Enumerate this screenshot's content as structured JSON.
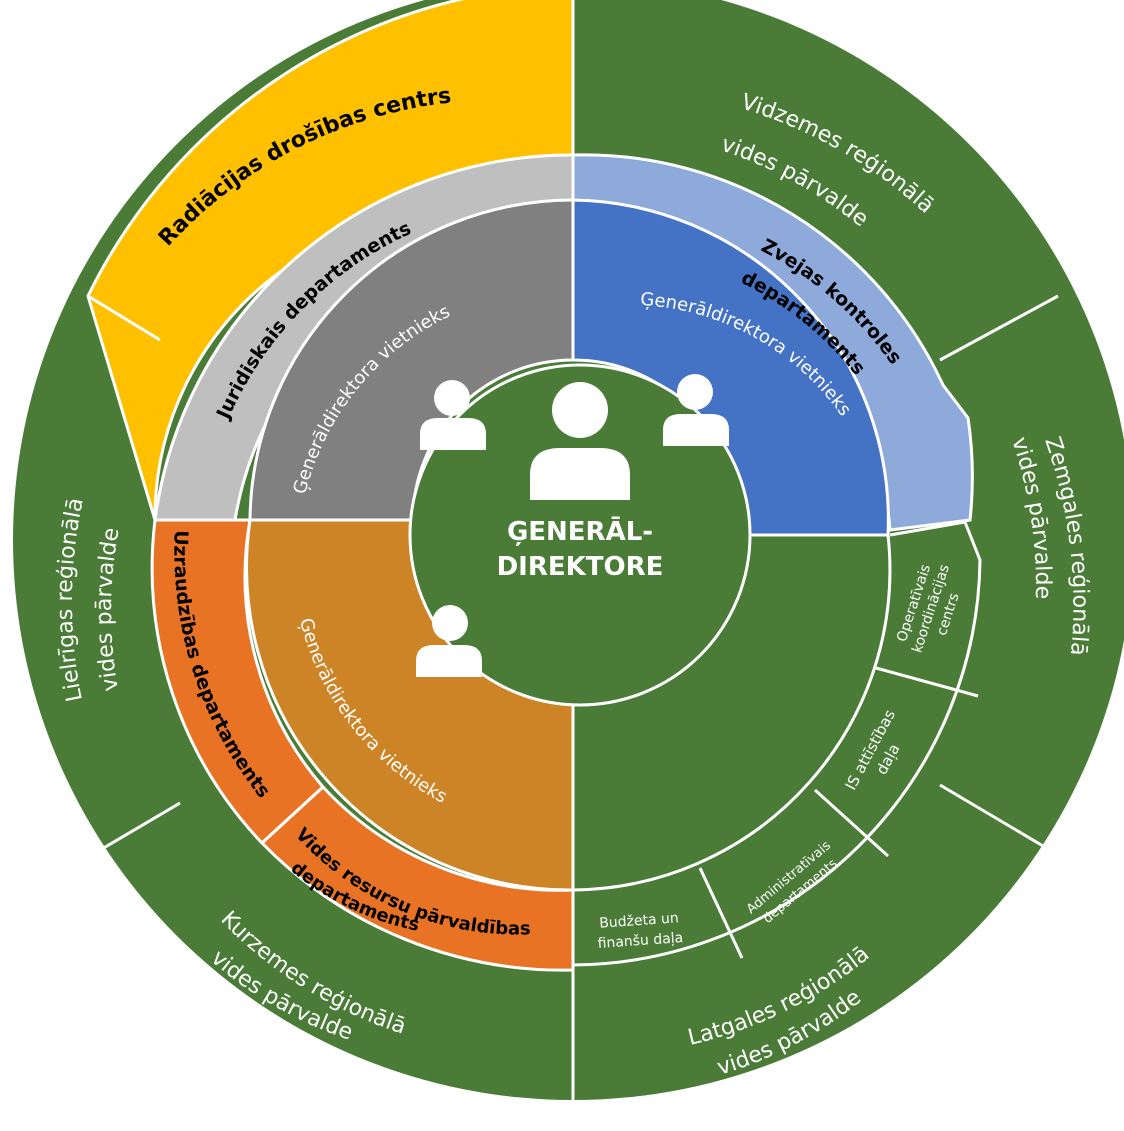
{
  "center": {
    "label_line1": "ĢENERĀL-",
    "label_line2": "DIREKTORE"
  },
  "outer_ring": {
    "radiation": "Radiācijas drošības centrs",
    "vidzeme_1": "Vidzemes reģionālā",
    "vidzeme_2": "vides pārvalde",
    "zemgale_1": "Zemgales reģionālā",
    "zemgale_2": "vides pārvalde",
    "latgale_1": "Latgales reģionālā",
    "latgale_2": "vides pārvalde",
    "kurzeme_1": "Kurzemes reģionālā",
    "kurzeme_2": "vides pārvalde",
    "lieliriga_1": "Lielrīgas reģionālā",
    "lieliriga_2": "vides pārvalde"
  },
  "middle_ring": {
    "juridiskais": "Juridiskais departaments",
    "zvejas_1": "Zvejas kontroles",
    "zvejas_2": "departaments",
    "uzraudzibas": "Uzraudzības departaments",
    "vides_resursu_1": "Vides resursu pārvaldības",
    "vides_resursu_2": "departaments",
    "operativais_1": "Operatīvais",
    "operativais_2": "koordinācijas",
    "operativais_3": "centrs",
    "is_1": "IS attīstības",
    "is_2": "daļa",
    "admin_1": "Administratīvais",
    "admin_2": "departaments",
    "budzeta_1": "Budžeta un",
    "budzeta_2": "finanšu daļa"
  },
  "inner_ring": {
    "deputy_nw": "Ģenerāldirektora vietnieks",
    "deputy_ne": "Ģenerāldirektora vietnieks",
    "deputy_sw": "Ģenerāldirektora vietnieks"
  },
  "colors": {
    "green": "#4a7c38",
    "yellow": "#ffc000",
    "light_gray": "#bfbfbf",
    "dark_gray": "#808080",
    "light_blue": "#8eaadb",
    "blue": "#4472c4",
    "orange": "#e97325",
    "dark_orange": "#cd8427"
  },
  "icons": [
    "person-icon",
    "person-icon",
    "person-icon",
    "person-icon"
  ]
}
